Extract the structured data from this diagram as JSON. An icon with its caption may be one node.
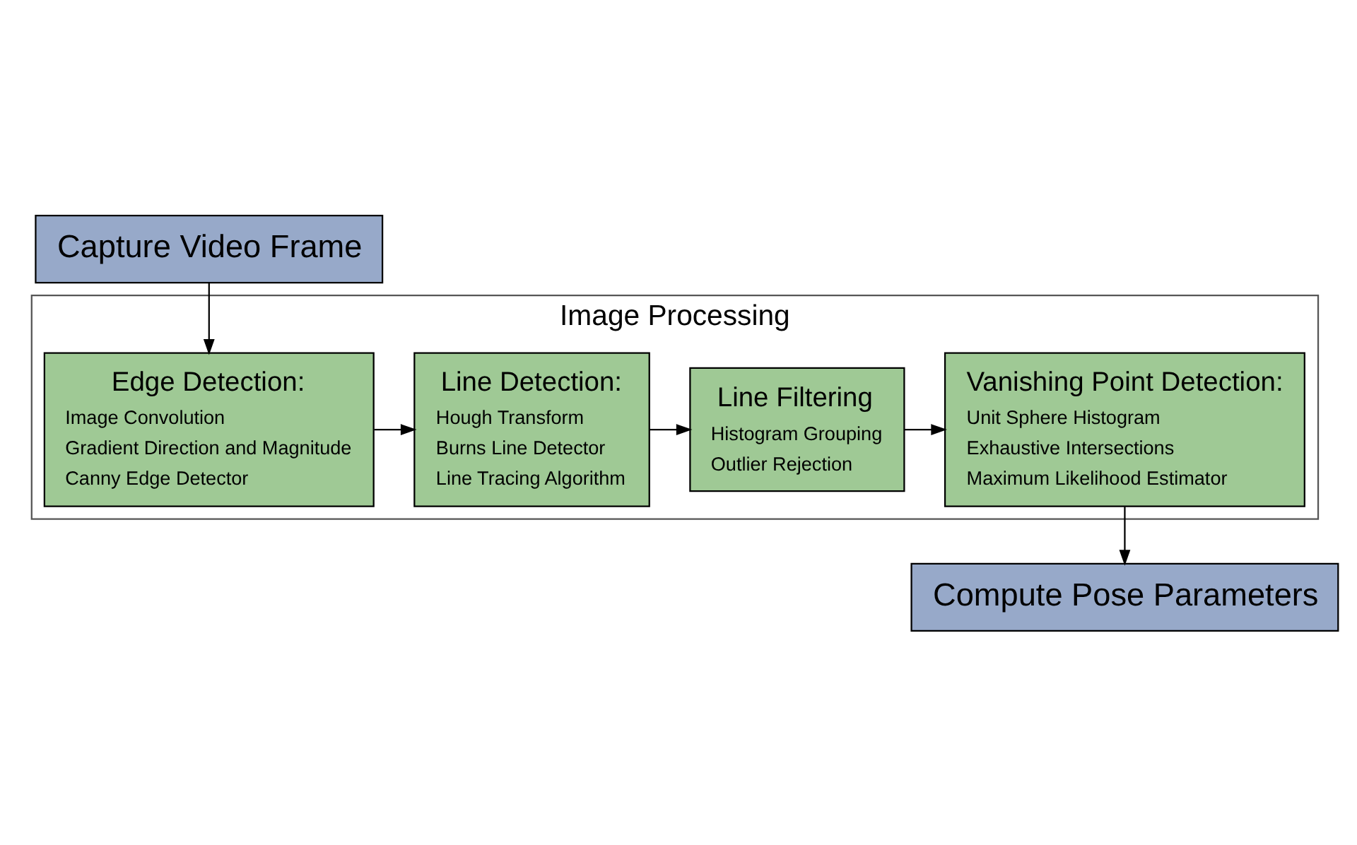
{
  "diagram": {
    "nodes": [
      {
        "text": [
          "Capture Video Frame"
        ]
      },
      {
        "text": [
          "Image Processing"
        ]
      },
      {
        "text": [
          "Edge Detection:",
          "Image Convolution",
          "Gradient Direction and Magnitude",
          "Canny Edge Detector"
        ],
        "in": 1
      },
      {
        "text": [
          "Line Detection:",
          "Hough Transform",
          "Burns Line Detector",
          "Line Tracing Algorithm"
        ],
        "in": 1
      },
      {
        "text": [
          "Line Filtering",
          "Histogram Grouping",
          "Outlier Rejection"
        ],
        "in": 1
      },
      {
        "text": [
          "Vanishing Point Detection:",
          "Unit Sphere Histogram",
          "Exhaustive Intersections",
          "Maximum Likelihood Estimator"
        ],
        "in": 1
      },
      {
        "text": [
          "Compute Pose Parameters"
        ]
      }
    ],
    "edges": [
      {
        "from": 0,
        "to": 2,
        "arrow": "to"
      },
      {
        "from": 2,
        "to": 3,
        "arrow": "to"
      },
      {
        "from": 3,
        "to": 4,
        "arrow": "to"
      },
      {
        "from": 4,
        "to": 5,
        "arrow": "to"
      },
      {
        "from": 5,
        "to": 6,
        "arrow": "to"
      }
    ]
  }
}
